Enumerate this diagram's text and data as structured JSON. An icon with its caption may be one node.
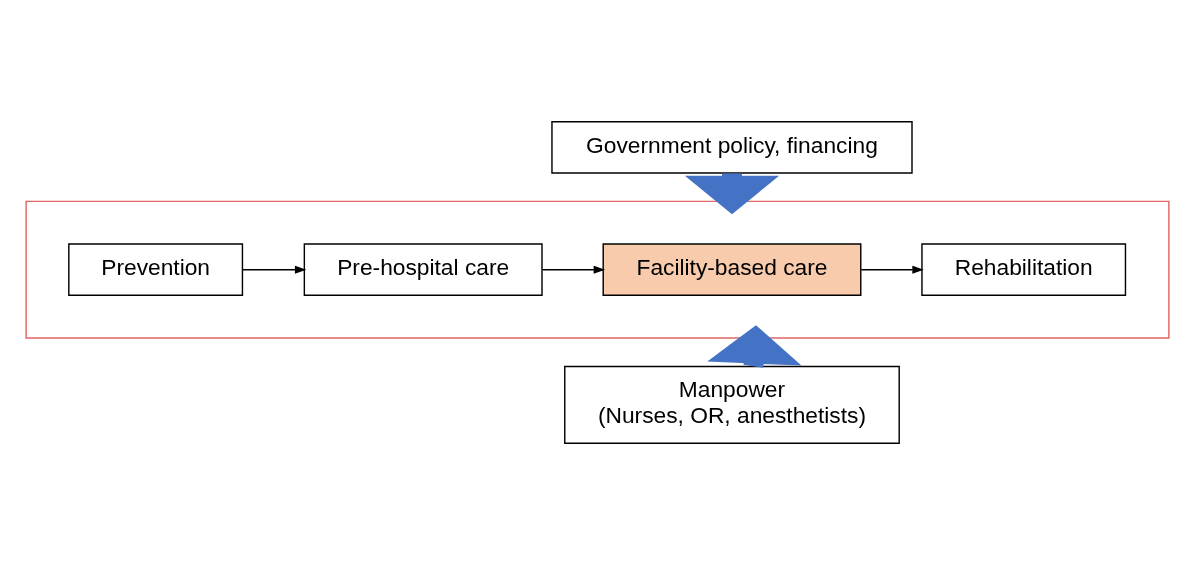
{
  "diagram": {
    "nodes": [
      {
        "text": [
          "Government policy, financing"
        ]
      },
      {
        "text": [],
        "shape": "box"
      },
      {
        "text": [
          "Prevention"
        ],
        "in": 1
      },
      {
        "text": [
          "Pre-hospital care"
        ],
        "in": 1
      },
      {
        "text": [
          "Facility-based care"
        ],
        "in": 1
      },
      {
        "text": [
          "Rehabilitation"
        ],
        "in": 1
      },
      {
        "text": [
          "Manpower",
          "(Nurses, OR, anesthetists)"
        ]
      }
    ],
    "edges": [
      {
        "from": 0,
        "to": 1,
        "arrow": "to",
        "style": "thick",
        "color": "#4472c4"
      },
      {
        "from": 6,
        "to": 1,
        "arrow": "to",
        "style": "thick",
        "color": "#4472c4"
      },
      {
        "from": 2,
        "to": 3,
        "arrow": "to"
      },
      {
        "from": 3,
        "to": 4,
        "arrow": "to"
      },
      {
        "from": 4,
        "to": 5,
        "arrow": "to"
      }
    ]
  }
}
